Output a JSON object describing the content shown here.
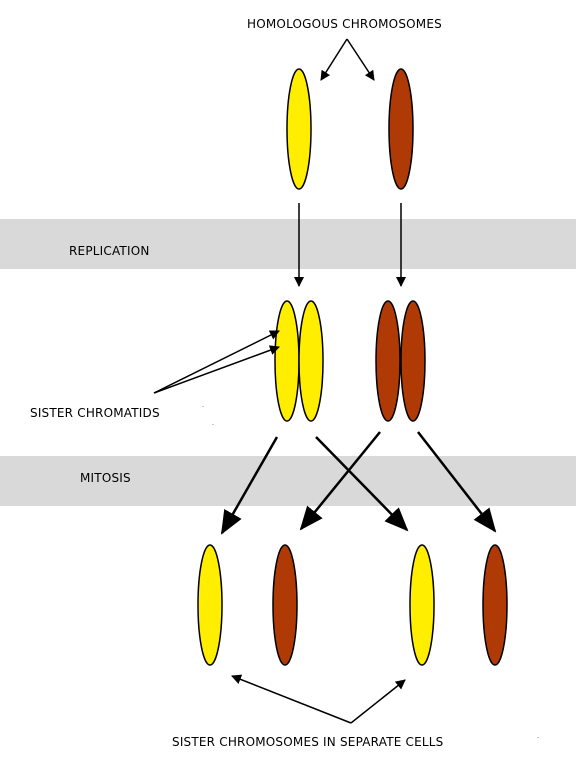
{
  "labels": {
    "homologous": "HOMOLOGOUS CHROMOSOMES",
    "replication": "REPLICATION",
    "sister_chromatids": "SISTER CHROMATIDS",
    "mitosis": "MITOSIS",
    "sister_chromosomes": "SISTER CHROMOSOMES IN SEPARATE CELLS"
  },
  "colors": {
    "yellow_chromosome": "#ffee00",
    "brown_chromosome": "#b03a06",
    "band": "#d9d9d9",
    "outline": "#000000"
  }
}
